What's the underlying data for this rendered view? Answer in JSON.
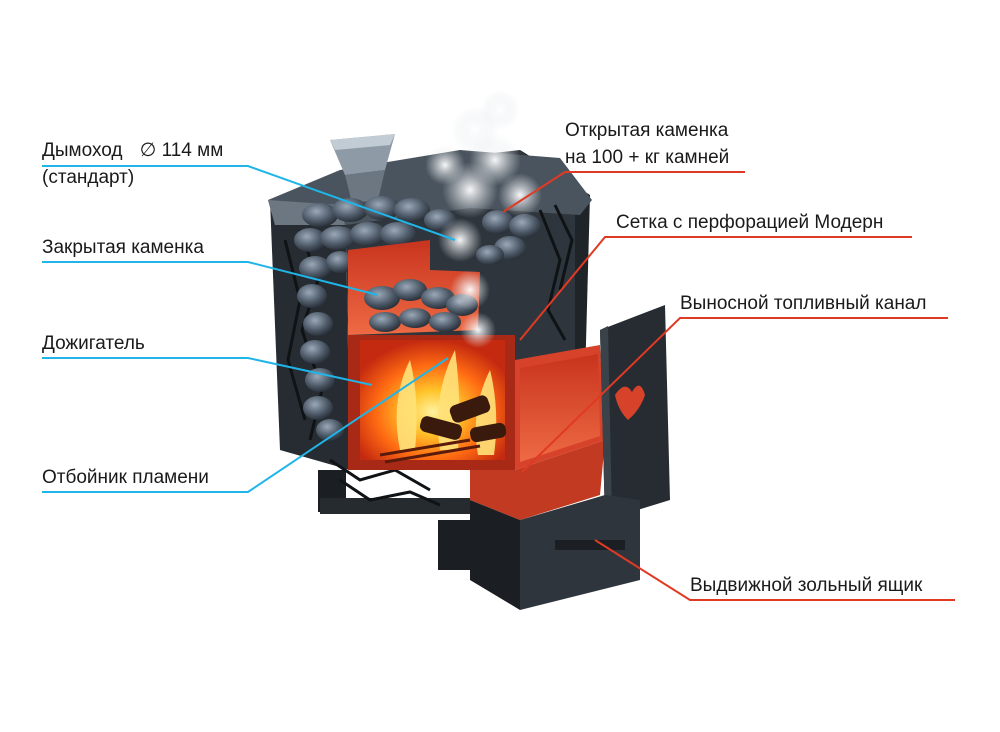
{
  "labels": {
    "chimney_line1": "Дымоход",
    "chimney_diam": "∅ 114 мм",
    "chimney_line2": "(стандарт)",
    "closed_heater": "Закрытая каменка",
    "afterburner": "Дожигатель",
    "flame_deflector": "Отбойник пламени",
    "open_heater_line1": "Открытая каменка",
    "open_heater_line2": "на 100 + кг камней",
    "mesh": "Сетка с перфорацией Модерн",
    "fuel_channel": "Выносной топливный канал",
    "ash_drawer": "Выдвижной зольный ящик"
  },
  "colors": {
    "left_leader": "#1fb5e8",
    "right_leader": "#e03a24",
    "stove_body": "#2c3238",
    "stove_dark": "#1b1f23",
    "chamber_inner": "#e8472c",
    "fire_core": "#ffd23a",
    "fire_mid": "#ff8a1a",
    "stone": "#5a6878",
    "steam": "#e8ecef"
  },
  "icons": {
    "diameter": "diameter-icon"
  }
}
